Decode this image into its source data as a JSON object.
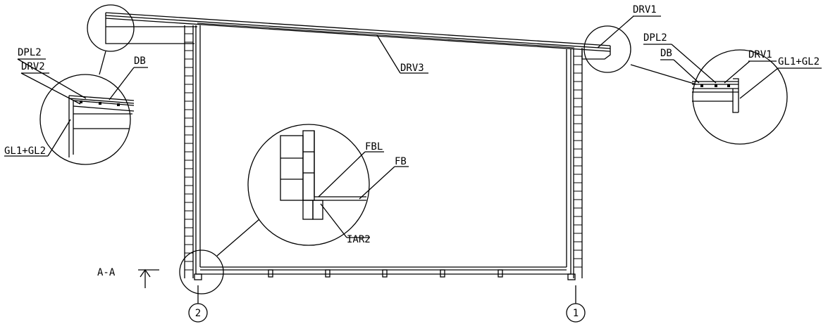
{
  "section": {
    "label": "A-A"
  },
  "axes": {
    "left": "2",
    "right": "1"
  },
  "labels": {
    "drv1_roof": "DRV1",
    "drv3": "DRV3",
    "left_detail": {
      "dpl2": "DPL2",
      "drv2": "DRV2",
      "db": "DB",
      "gl": "GL1+GL2"
    },
    "right_detail": {
      "dpl2": "DPL2",
      "db": "DB",
      "drv1": "DRV1",
      "gl": "GL1+GL2"
    },
    "center_detail": {
      "fbl": "FBL",
      "fb": "FB",
      "iar2": "IAR2"
    }
  }
}
